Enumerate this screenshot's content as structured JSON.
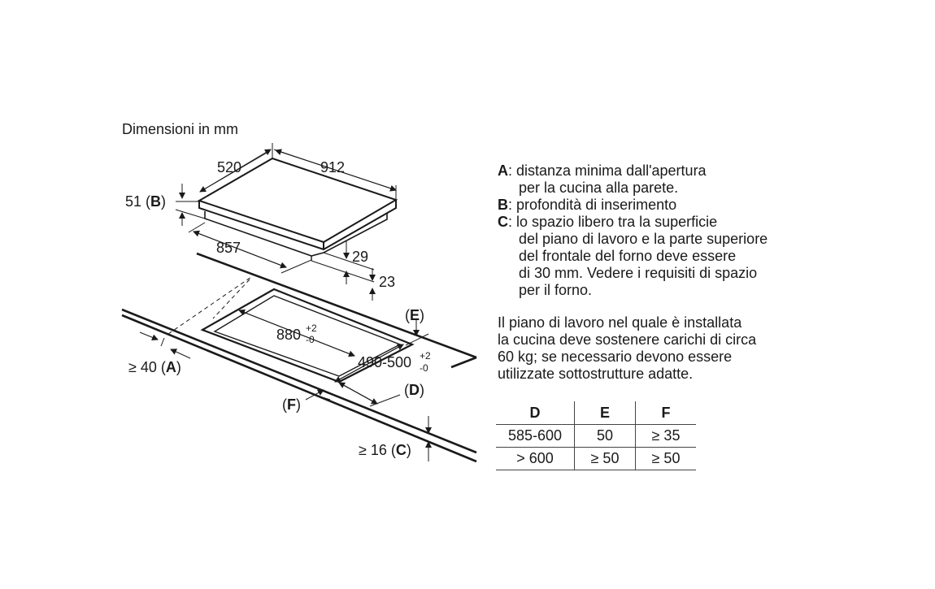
{
  "title": "Dimensioni in mm",
  "labels": {
    "w520": "520",
    "w912": "912",
    "b51": "51 (",
    "b51_letter": "B",
    "b51_close": ")",
    "d857": "857",
    "d29": "29",
    "d23": "23",
    "cut880": "880",
    "cut880_sup": "+2",
    "cut880_sub": "-0",
    "cut490": "490-500",
    "cut490_sup": "+2",
    "cut490_sub": "-0",
    "e_open": "(",
    "e_letter": "E",
    "e_close": ")",
    "d_open": "(",
    "d_letter": "D",
    "d_close": ")",
    "f_open": "(",
    "f_letter": "F",
    "f_close": ")",
    "a40": "≥ 40 (",
    "a40_letter": "A",
    "a40_close": ")",
    "c16": "≥ 16 (",
    "c16_letter": "C",
    "c16_close": ")"
  },
  "legend": [
    {
      "key": "A",
      "lines": [
        "distanza minima dall'apertura",
        "per la cucina alla parete."
      ]
    },
    {
      "key": "B",
      "lines": [
        "profondità di inserimento"
      ]
    },
    {
      "key": "C",
      "lines": [
        "lo spazio libero tra la superficie",
        "del piano di lavoro e la parte superiore",
        "del frontale del forno deve essere",
        "di 30 mm. Vedere i requisiti di spazio",
        "per il forno."
      ]
    }
  ],
  "note": [
    "Il piano di lavoro nel quale è installata",
    "la cucina deve sostenere carichi di circa",
    "60 kg; se necessario devono essere",
    "utilizzate sottostrutture adatte."
  ],
  "table": {
    "headers": [
      "D",
      "E",
      "F"
    ],
    "rows": [
      [
        "585-600",
        "50",
        "≥ 35"
      ],
      [
        "> 600",
        "≥ 50",
        "≥ 50"
      ]
    ]
  },
  "colors": {
    "ink": "#1a1a1a",
    "background": "#ffffff"
  }
}
